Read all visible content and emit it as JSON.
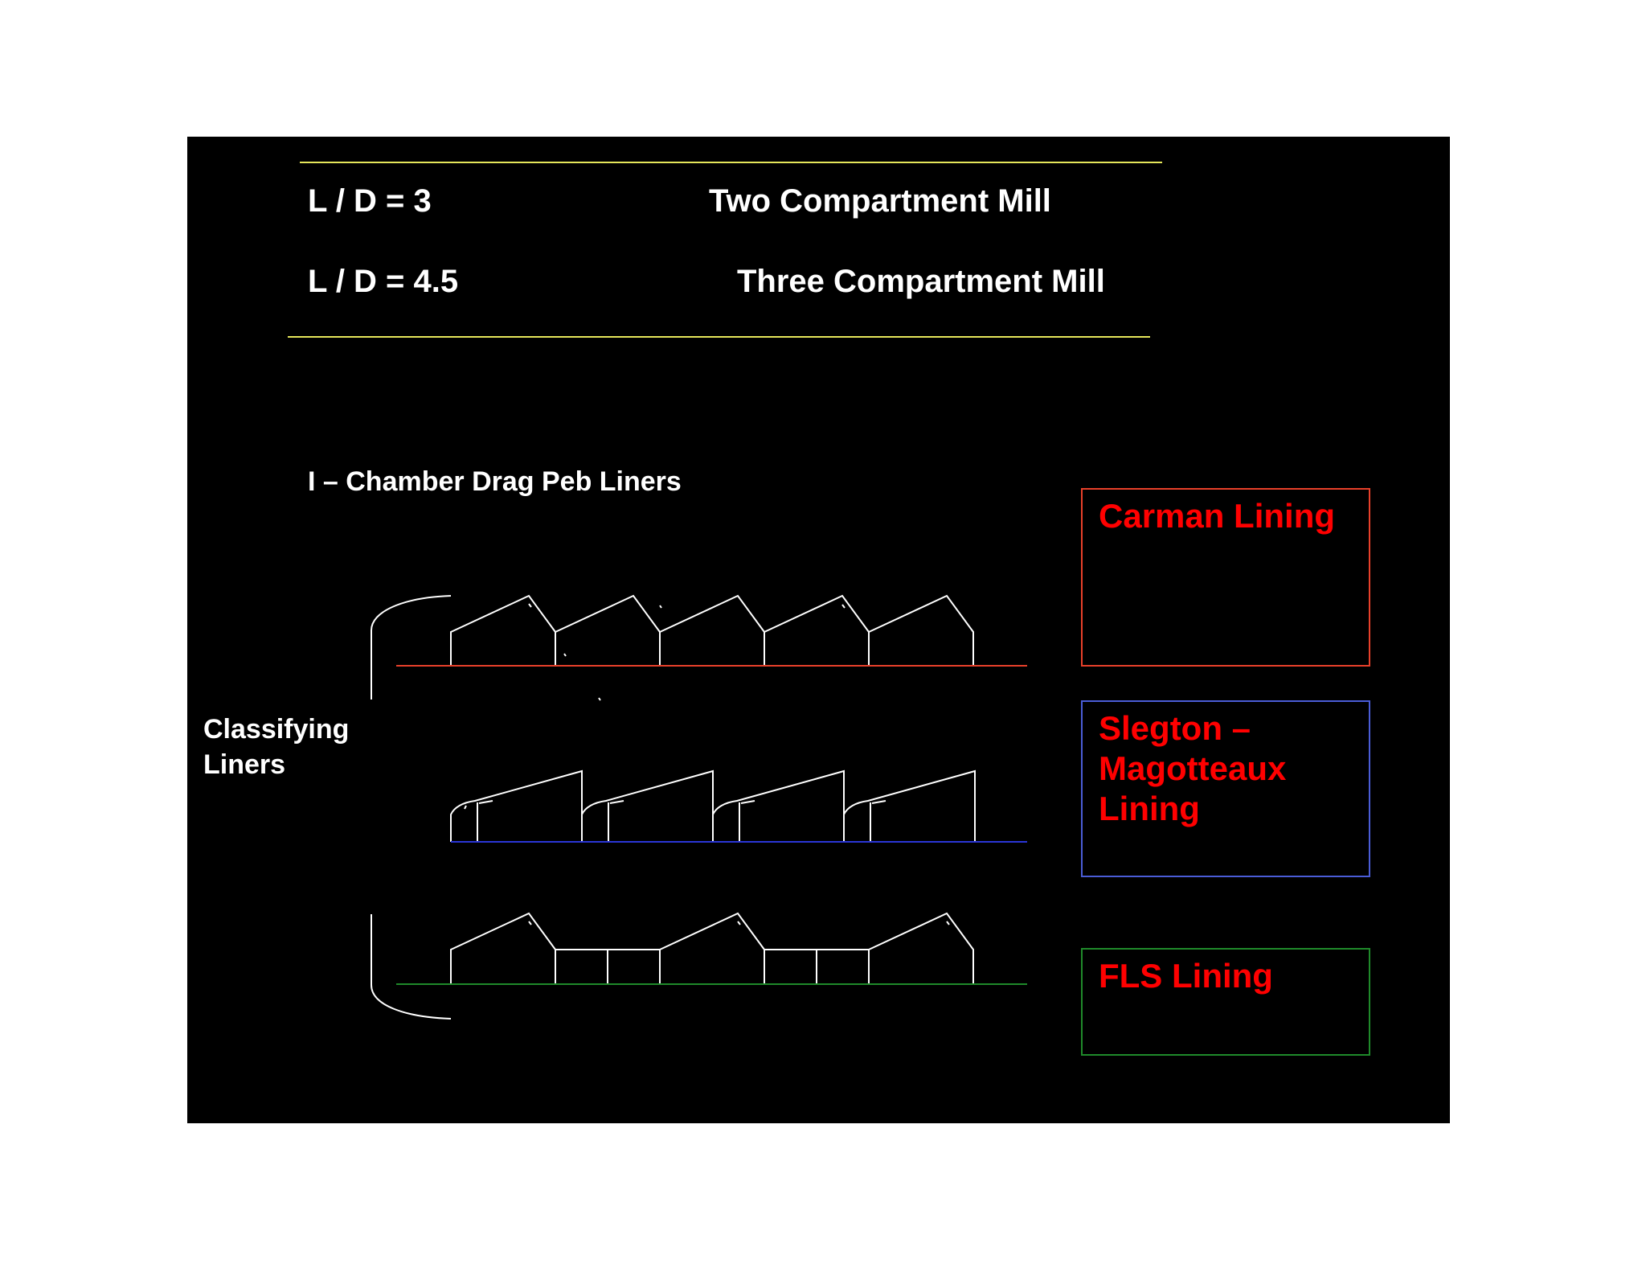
{
  "header": {
    "row1": {
      "ratio": "L / D = 3",
      "mill": "Two Compartment Mill"
    },
    "row2": {
      "ratio": "L / D = 4.5",
      "mill": "Three Compartment Mill"
    }
  },
  "section_title": "I – Chamber Drag Peb Liners",
  "side_label": "Classifying\nLiners",
  "linings": [
    {
      "label": "Carman Lining",
      "border_color": "#e8402a"
    },
    {
      "label": "Slegton – Magotteaux Lining",
      "border_color": "#4a5cd6"
    },
    {
      "label": "FLS Lining",
      "border_color": "#1f8a2a"
    }
  ],
  "colors": {
    "background": "#000000",
    "rule_lines": "#e5e65a",
    "text_primary": "#ffffff",
    "lining_label": "#ff0000",
    "carman_baseline": "#e8402a",
    "slegton_baseline": "#2a35d6",
    "fls_baseline": "#1f8a2a"
  }
}
